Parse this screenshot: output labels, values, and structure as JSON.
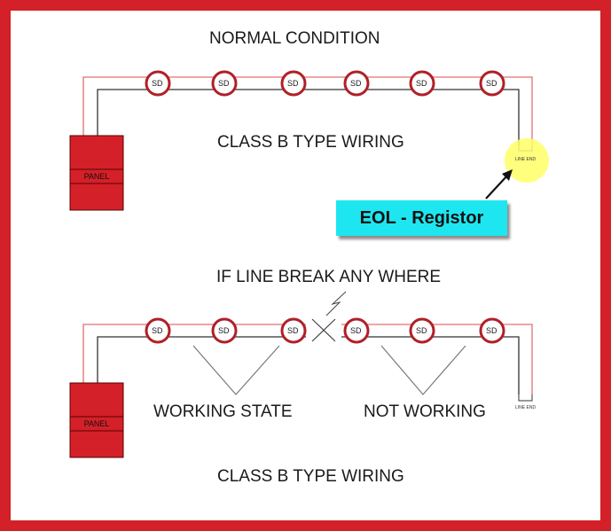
{
  "diagram": {
    "title_top": "NORMAL CONDITION",
    "wiring_label_top": "CLASS B TYPE WIRING",
    "callout": "EOL - Registor",
    "title_bottom": "IF LINE BREAK ANY WHERE",
    "working_label": "WORKING STATE",
    "not_working_label": "NOT WORKING",
    "wiring_label_bottom": "CLASS B TYPE WIRING",
    "panel_label": "PANEL",
    "detector_label": "SD",
    "line_end_label": "LINE END",
    "colors": {
      "frame": "#d42028",
      "panel": "#d42028",
      "wire_red": "#e07070",
      "wire_dark": "#333333",
      "callout_bg": "#1ee6f0",
      "highlight": "#ffff66"
    }
  }
}
